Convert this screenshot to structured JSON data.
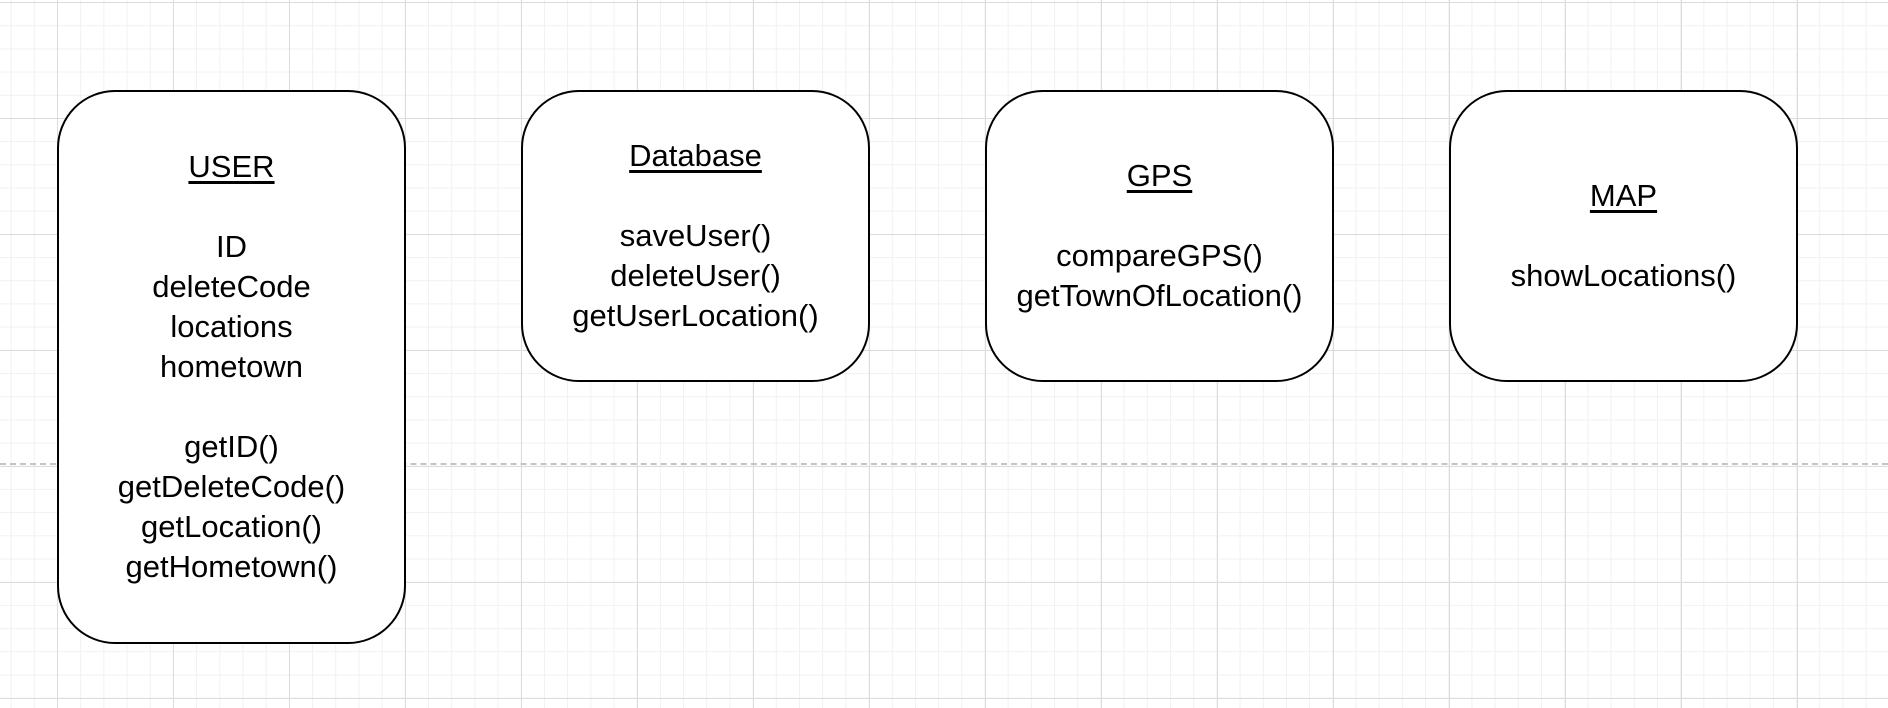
{
  "classes": [
    {
      "name": "USER",
      "attributes": [
        "ID",
        "deleteCode",
        "locations",
        "hometown"
      ],
      "methods": [
        "getID()",
        "getDeleteCode()",
        "getLocation()",
        "getHometown()"
      ]
    },
    {
      "name": "Database",
      "attributes": [],
      "methods": [
        "saveUser()",
        "deleteUser()",
        "getUserLocation()"
      ]
    },
    {
      "name": "GPS",
      "attributes": [],
      "methods": [
        "compareGPS()",
        "getTownOfLocation()"
      ]
    },
    {
      "name": "MAP",
      "attributes": [],
      "methods": [
        "showLocations()"
      ]
    }
  ]
}
